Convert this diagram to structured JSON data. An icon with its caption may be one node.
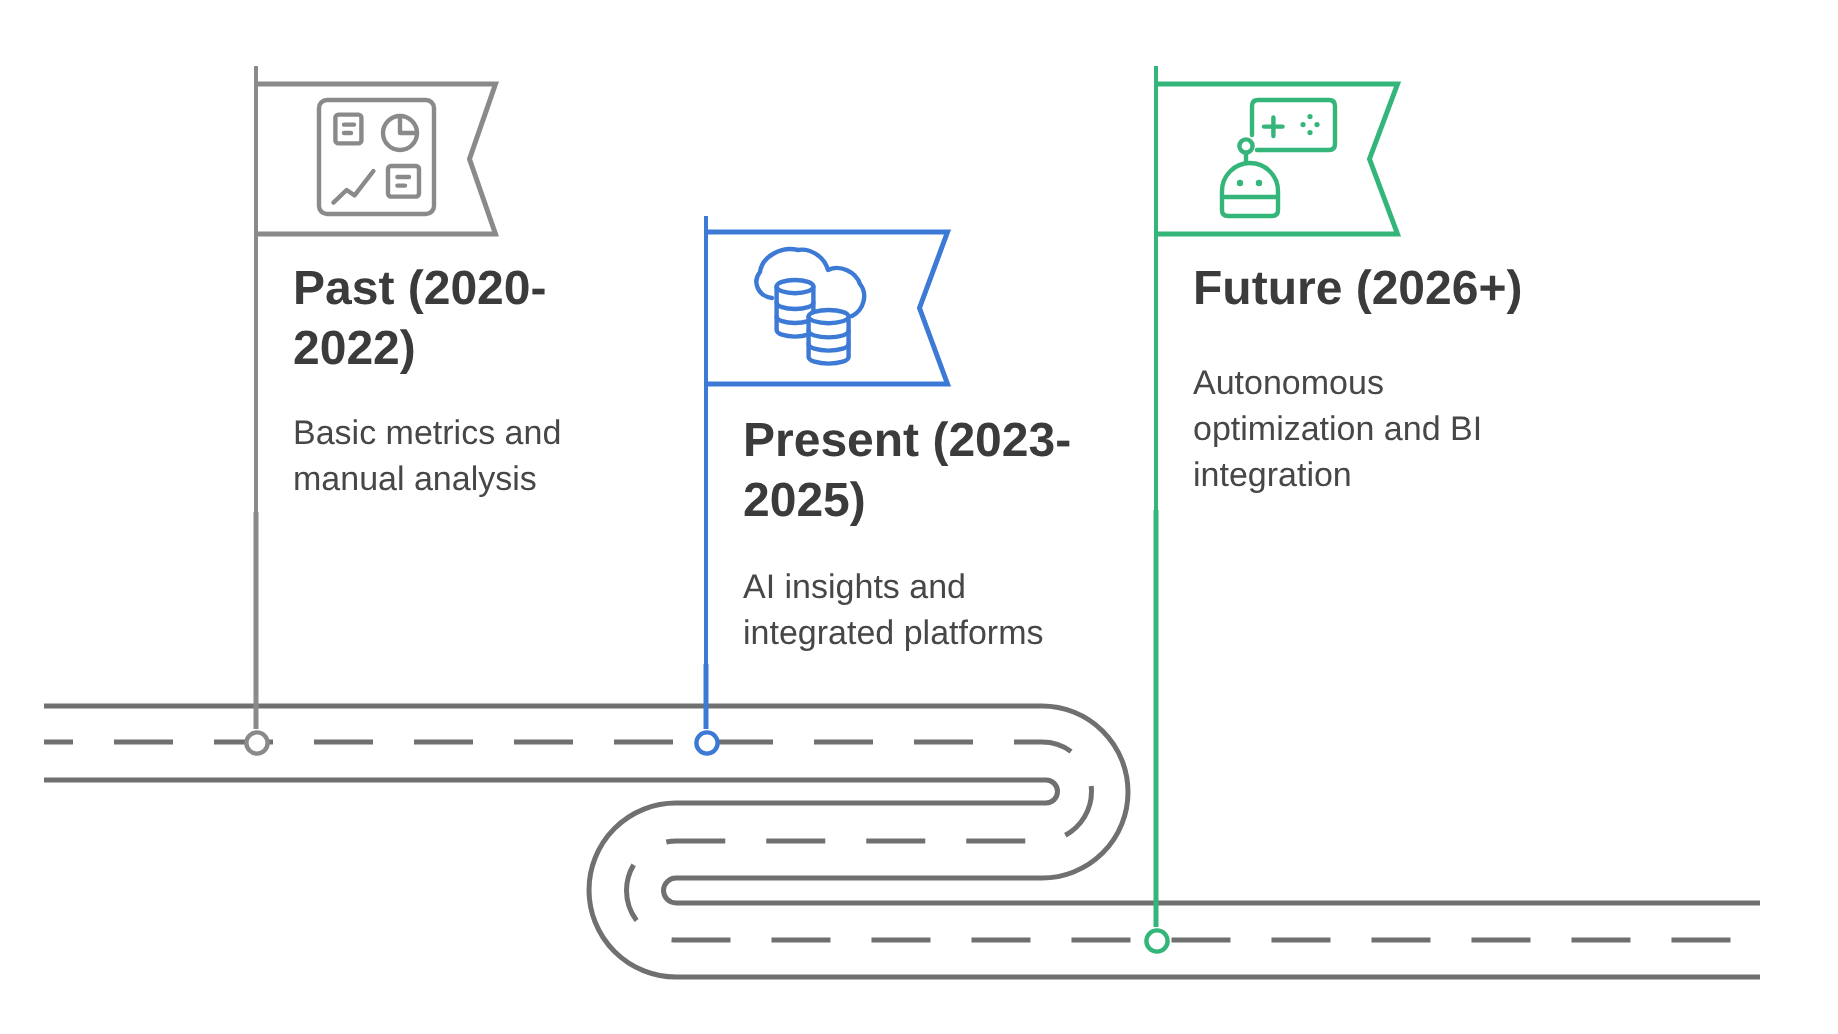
{
  "diagram": {
    "nodes": [
      {
        "text": [
          "Past (2020-2022)",
          "Basic metrics and manual analysis"
        ]
      },
      {
        "text": [
          "Present (2023-2025)",
          "AI insights and integrated platforms"
        ]
      },
      {
        "text": [
          "Future (2026+)",
          "Autonomous optimization and BI integration"
        ]
      },
      {
        "text": [],
        "shape": "circle"
      },
      {
        "text": [],
        "shape": "circle"
      },
      {
        "text": [],
        "shape": "circle"
      }
    ],
    "edges": [
      {
        "from": 0,
        "to": 3,
        "arrow": "none",
        "color": "#8a8a8a"
      },
      {
        "from": 1,
        "to": 4,
        "arrow": "none",
        "color": "#3d7ad6"
      },
      {
        "from": 2,
        "to": 5,
        "arrow": "none",
        "color": "#34b57a"
      }
    ]
  }
}
